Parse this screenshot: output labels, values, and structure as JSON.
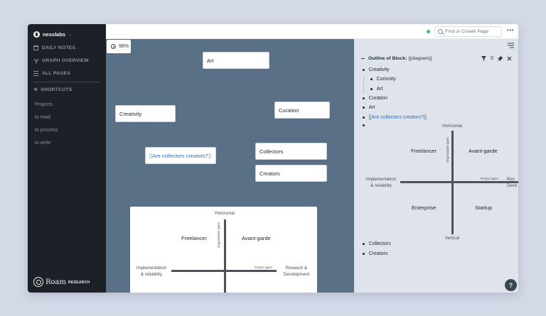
{
  "sidebar": {
    "workspace": "nesslabs",
    "nav": [
      {
        "label": "DAILY NOTES",
        "icon": "calendar-icon"
      },
      {
        "label": "GRAPH OVERVIEW",
        "icon": "graph-icon"
      },
      {
        "label": "ALL PAGES",
        "icon": "list-icon"
      }
    ],
    "shortcuts_label": "SHORTCUTS",
    "shortcuts": [
      "Projects",
      "to read",
      "to process",
      "to write"
    ],
    "brand_name": "Roam",
    "brand_sub": "RESEARCH"
  },
  "topbar": {
    "search_placeholder": "Find or Create Page",
    "more_label": "•••",
    "sync_color": "#3fbf7a"
  },
  "canvas": {
    "zoom": "96%",
    "cards": {
      "art": "Art",
      "creativity": "Creativity",
      "curation": "Curation",
      "question_open": "[[",
      "question": "Are collectors creators?",
      "question_close": "]]",
      "collectors": "Collectors",
      "creators": "Creators"
    }
  },
  "diagram": {
    "axis_top": "Horizontal",
    "axis_bottom": "Vertical",
    "axis_left_1": "Implementation",
    "axis_left_2": "& reliability",
    "axis_right_1": "Reseach &",
    "axis_right_2": "Development",
    "axis_right_short_1": "Res",
    "axis_right_short_2": "Deve",
    "vertical_tag": "Organization types",
    "horizontal_tag": "Project types",
    "quadrants": [
      "Freelancer",
      "Avant-garde",
      "Enterprise",
      "Startup"
    ]
  },
  "outline": {
    "prefix": "Outline of Block:",
    "block": "{{diagram}}",
    "filter_count": "0",
    "items": [
      {
        "text": "Creativity",
        "level": 0
      },
      {
        "text": "Curiosity",
        "level": 1
      },
      {
        "text": "Art",
        "level": 1
      },
      {
        "text": "Curation",
        "level": 0
      },
      {
        "text": "Art",
        "level": 0
      },
      {
        "text": "[[Are collectors creators?]]",
        "level": 0,
        "link": true
      },
      {
        "text": "",
        "level": 0
      },
      {
        "text": "Collectors",
        "level": 0
      },
      {
        "text": "Creators",
        "level": 0
      }
    ]
  },
  "help_label": "?",
  "colors": {
    "sidebar": "#1b2126",
    "canvas": "#5a7087",
    "right_panel": "#dfe4ec",
    "link": "#2f6fbd"
  }
}
